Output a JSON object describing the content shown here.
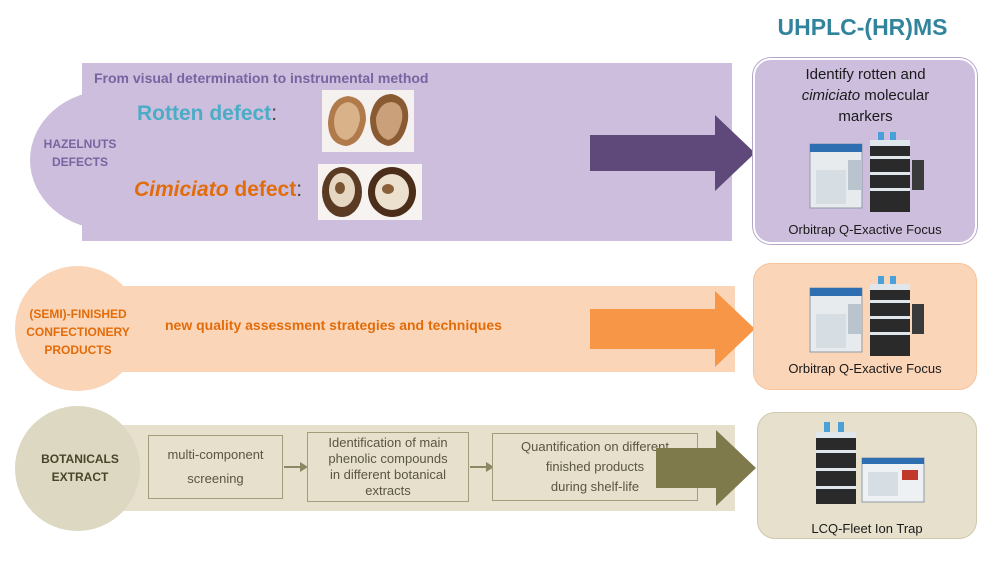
{
  "heading": "UHPLC-(HR)MS",
  "row1": {
    "circle_label_line1": "HAZELNUTS",
    "circle_label_line2": "DEFECTS",
    "title": "From visual determination to instrumental method",
    "rotten_label": "Rotten defect",
    "cimiciato_label_italic": "Cimiciato",
    "cimiciato_label_rest": " defect",
    "colon": ":",
    "panel_line1": "Identify rotten and",
    "panel_line2_italic": "cimiciato",
    "panel_line2_rest": " molecular",
    "panel_line3": "markers",
    "caption": "Orbitrap Q-Exactive Focus",
    "color": "#cdbedd",
    "arrow_color": "#5f497a"
  },
  "row2": {
    "circle_label_line1": "(SEMI)-FINISHED",
    "circle_label_line2": "CONFECTIONERY",
    "circle_label_line3": "PRODUCTS",
    "text": "new quality assessment strategies and techniques",
    "caption": "Orbitrap Q-Exactive Focus",
    "color": "#fbd5b8",
    "arrow_color": "#f79646"
  },
  "row3": {
    "circle_label_line1": "BOTANICALS",
    "circle_label_line2": "EXTRACT",
    "box1_line1": "multi-component",
    "box1_line2": "screening",
    "box2_line1": "Identification of main",
    "box2_line2": "phenolic compounds",
    "box2_line3": "in different botanical",
    "box2_line4": "extracts",
    "box3_line1": "Quantification on different",
    "box3_line2": "finished products",
    "box3_line3": "during shelf-life",
    "caption": "LCQ-Fleet Ion Trap",
    "color": "#e6e0cd",
    "arrow_color": "#7f7a4b"
  },
  "icons": {
    "hazelnut": "hazelnut-photo",
    "instrument": "mass-spectrometer-illustration"
  }
}
